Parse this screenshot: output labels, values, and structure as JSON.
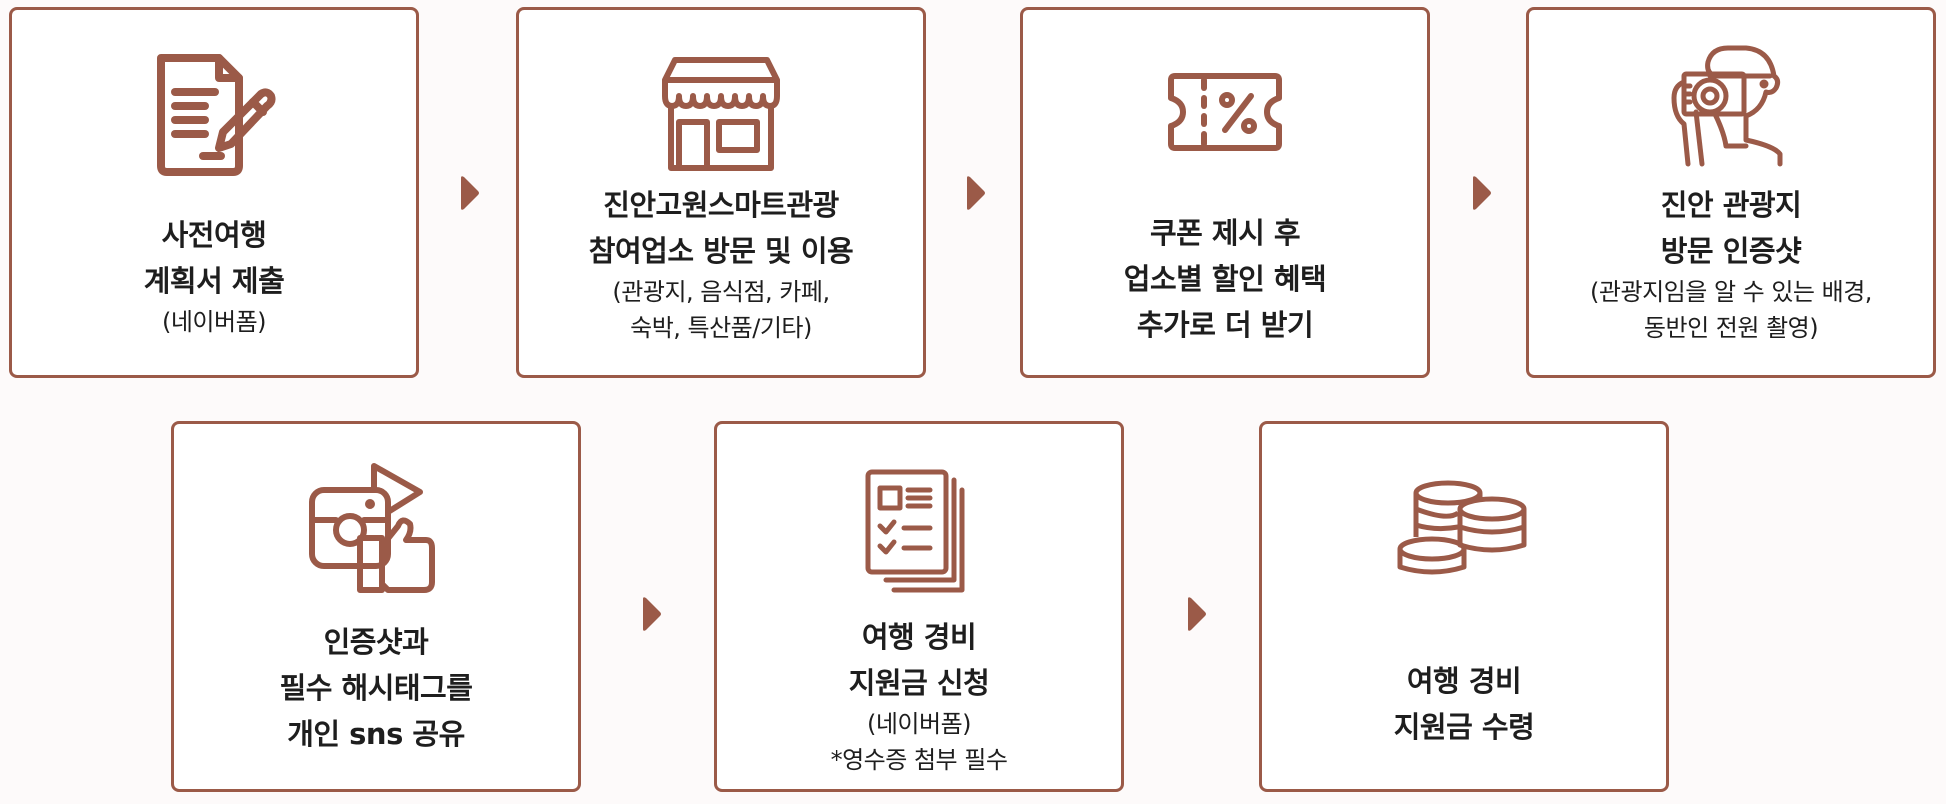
{
  "colors": {
    "accent": "#9b5a48",
    "background": "#fdfafa",
    "card": "#ffffff",
    "text": "#1e1e1e"
  },
  "steps": [
    {
      "icon": "document-pen-icon",
      "title": [
        "사전여행",
        "계획서 제출"
      ],
      "sub": [
        "(네이버폼)"
      ]
    },
    {
      "icon": "storefront-icon",
      "title": [
        "진안고원스마트관광",
        "참여업소 방문 및 이용"
      ],
      "sub": [
        "(관광지, 음식점, 카페,",
        "숙박, 특산품/기타)"
      ]
    },
    {
      "icon": "coupon-percent-icon",
      "title": [
        "쿠폰 제시 후",
        "업소별 할인 혜택",
        "추가로 더 받기"
      ],
      "sub": []
    },
    {
      "icon": "photographer-icon",
      "title": [
        "진안 관광지",
        "방문 인증샷"
      ],
      "sub": [
        "(관광지임을 알 수 있는 배경,",
        "동반인 전원 촬영)"
      ]
    },
    {
      "icon": "social-share-icon",
      "title": [
        "인증샷과",
        "필수 해시태그를",
        "개인 sns 공유"
      ],
      "sub": []
    },
    {
      "icon": "checklist-documents-icon",
      "title": [
        "여행 경비",
        "지원금 신청"
      ],
      "sub": [
        "(네이버폼)",
        "*영수증 첨부 필수"
      ]
    },
    {
      "icon": "coins-stack-icon",
      "title": [
        "여행 경비",
        "지원금 수령"
      ],
      "sub": []
    }
  ]
}
